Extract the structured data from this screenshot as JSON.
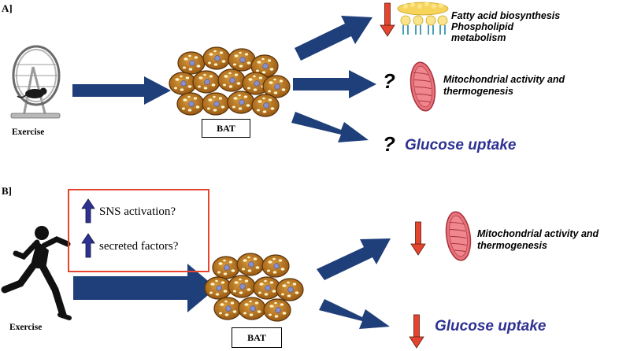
{
  "panel_a": {
    "label": "A]",
    "exercise_caption": "Exercise",
    "bat_label": "BAT",
    "outcome_lipid": [
      "Fatty acid biosynthesis",
      "Phospholipid",
      "metabolism"
    ],
    "outcome_mito": [
      "Mitochondrial activity and",
      "thermogenesis"
    ],
    "outcome_glucose": "Glucose uptake",
    "question_mark": "?"
  },
  "panel_b": {
    "label": "B]",
    "exercise_caption": "Exercise",
    "bat_label": "BAT",
    "factor_1": "SNS activation?",
    "factor_2": "secreted factors?",
    "outcome_mito": [
      "Mitochondrial activity and",
      "thermogenesis"
    ],
    "outcome_glucose": "Glucose uptake"
  },
  "colors": {
    "arrow_blue": "#1f3f7a",
    "down_arrow_red": "#e5452e",
    "box_border": "#e5452e",
    "glucose_text": "#2e3192",
    "fat_cell": "#b8741f",
    "mitochondrion": "#e8727a"
  },
  "icons": {
    "panel_a_exercise": "hamster-wheel-icon",
    "panel_b_exercise": "running-person-icon",
    "tissue": "brown-fat-cells-icon",
    "lipid": "phospholipid-icon",
    "organelle": "mitochondrion-icon",
    "up": "blue-up-arrow-icon",
    "down": "red-down-arrow-icon"
  }
}
